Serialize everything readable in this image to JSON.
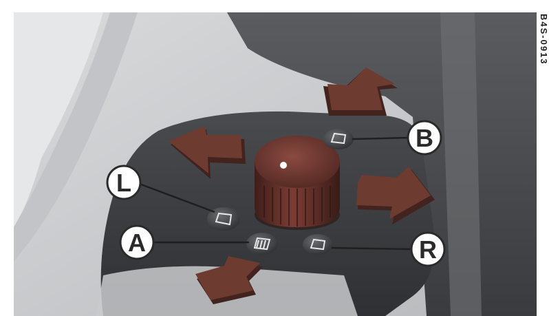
{
  "labels": {
    "L": "L",
    "A": "A",
    "B": "B",
    "R": "R"
  },
  "side_code": "B4S-0913",
  "colors": {
    "arrow": "#6e3b31",
    "arrow_shadow": "#42231d",
    "knob": "#5a2c26",
    "panel": "#3c3d40",
    "callout_fill": "#ffffff",
    "callout_stroke": "#2a2a2a"
  },
  "icons": {
    "button_l": "left-mirror-icon",
    "button_r": "right-mirror-icon",
    "button_a": "mirror-heating-icon",
    "button_b": "fold-mirror-icon",
    "knob": "mirror-adjust-knob"
  }
}
